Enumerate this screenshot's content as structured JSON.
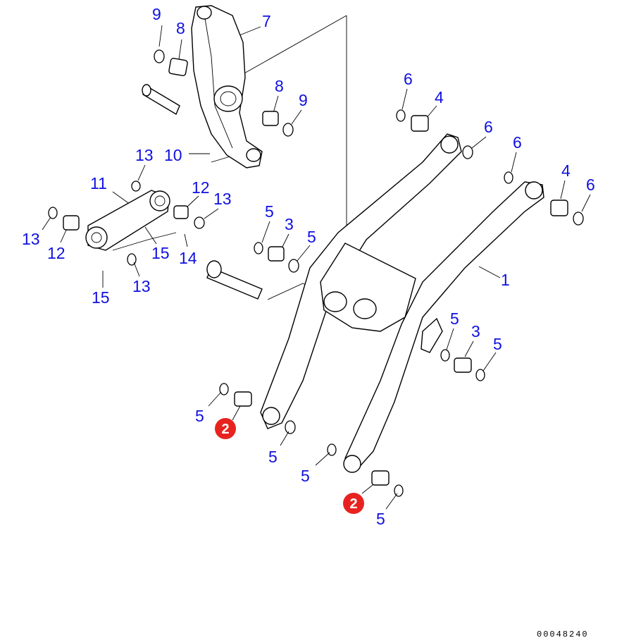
{
  "diagram": {
    "labels": [
      "9",
      "8",
      "7",
      "8",
      "9",
      "6",
      "4",
      "6",
      "6",
      "4",
      "6",
      "13",
      "10",
      "11",
      "12",
      "13",
      "5",
      "3",
      "5",
      "13",
      "12",
      "15",
      "14",
      "13",
      "15",
      "1",
      "5",
      "3",
      "5",
      "5",
      "5",
      "5",
      "5"
    ],
    "highlighted_labels": [
      "2",
      "2"
    ],
    "highlight_color": "#e8231f",
    "label_color": "#1010e0",
    "drawing_code": "00048240"
  }
}
